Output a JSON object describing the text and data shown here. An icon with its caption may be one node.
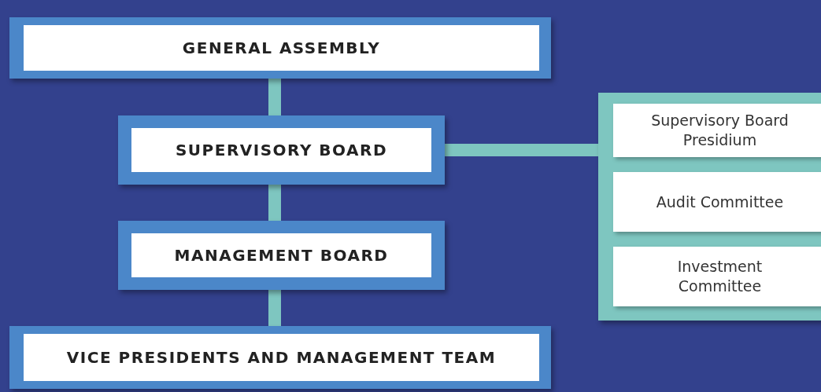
{
  "diagram": {
    "nodes": [
      {
        "text": [
          "GENERAL ASSEMBLY"
        ]
      },
      {
        "text": [
          "SUPERVISORY BOARD"
        ]
      },
      {
        "text": [
          "MANAGEMENT BOARD"
        ]
      },
      {
        "text": [
          "VICE PRESIDENTS AND MANAGEMENT TEAM"
        ]
      },
      {
        "text": [],
        "shape": "box"
      },
      {
        "text": [
          "Supervisory Board Presidium"
        ],
        "in": 4
      },
      {
        "text": [
          "Audit Committee"
        ],
        "in": 4
      },
      {
        "text": [
          "Investment Committee"
        ],
        "in": 4
      }
    ],
    "edges": [
      {
        "from": 0,
        "to": 1,
        "arrow": "none"
      },
      {
        "from": 1,
        "to": 2,
        "arrow": "none"
      },
      {
        "from": 2,
        "to": 3,
        "arrow": "none"
      },
      {
        "from": 1,
        "to": 4,
        "arrow": "none"
      }
    ]
  }
}
